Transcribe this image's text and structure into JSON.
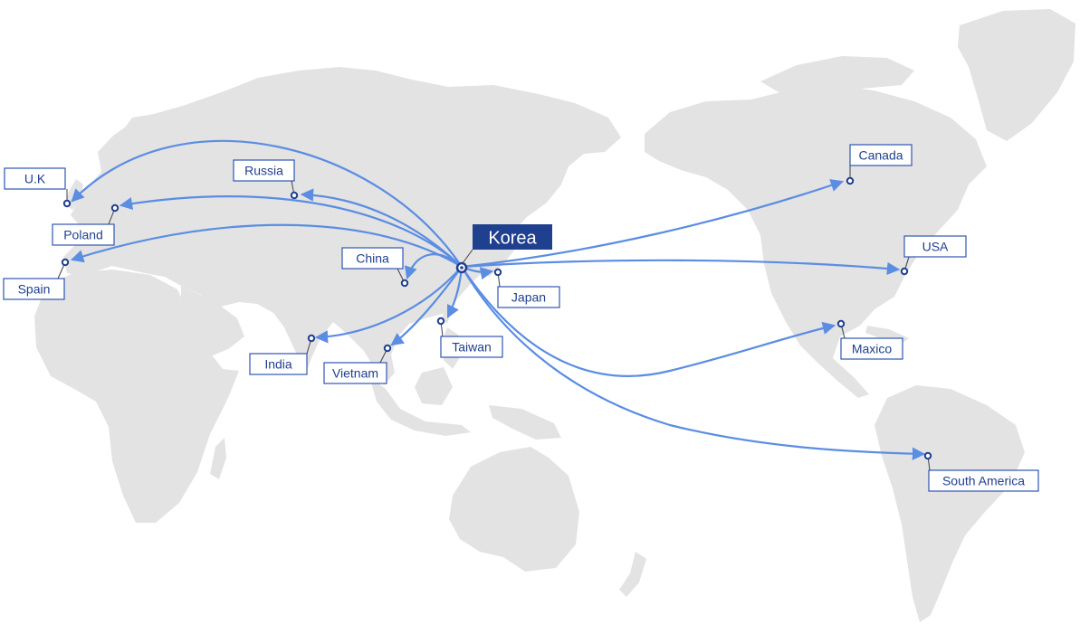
{
  "hub": {
    "label": "Korea"
  },
  "destinations": [
    {
      "id": "uk",
      "label": "U.K"
    },
    {
      "id": "poland",
      "label": "Poland"
    },
    {
      "id": "spain",
      "label": "Spain"
    },
    {
      "id": "russia",
      "label": "Russia"
    },
    {
      "id": "china",
      "label": "China"
    },
    {
      "id": "india",
      "label": "India"
    },
    {
      "id": "vietnam",
      "label": "Vietnam"
    },
    {
      "id": "taiwan",
      "label": "Taiwan"
    },
    {
      "id": "japan",
      "label": "Japan"
    },
    {
      "id": "canada",
      "label": "Canada"
    },
    {
      "id": "usa",
      "label": "USA"
    },
    {
      "id": "maxico",
      "label": "Maxico"
    },
    {
      "id": "south_america",
      "label": "South America"
    }
  ],
  "colors": {
    "land": "#e3e3e3",
    "route": "#5b8de3",
    "marker": "#1f3f8f",
    "hub_box": "#1f3f8f",
    "label_border": "#2f55b4"
  }
}
